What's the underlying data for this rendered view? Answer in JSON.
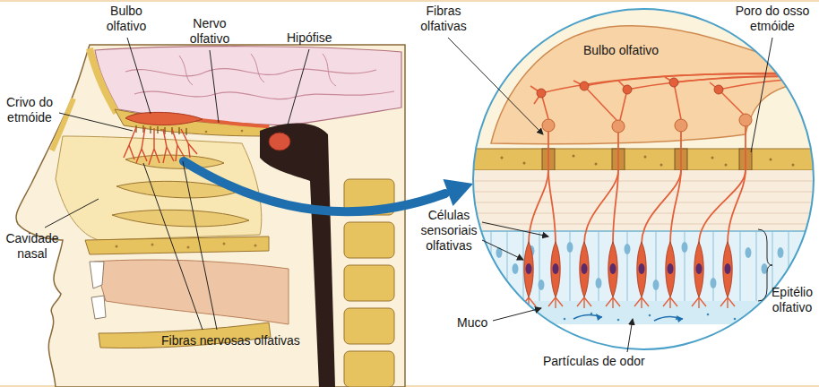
{
  "diagram": {
    "labels": [
      "Bulbo olfativo",
      "Nervo olfativo",
      "Hipófise",
      "Crivo do etmóide",
      "Cavidade nasal",
      "Fibras nervosas olfativas",
      "Fibras olfativas",
      "Bulbo olfativo",
      "Poro do osso etmóide",
      "Células sensoriais olfativas",
      "Epitélio olfativo",
      "Muco",
      "Partículas de odor"
    ]
  }
}
